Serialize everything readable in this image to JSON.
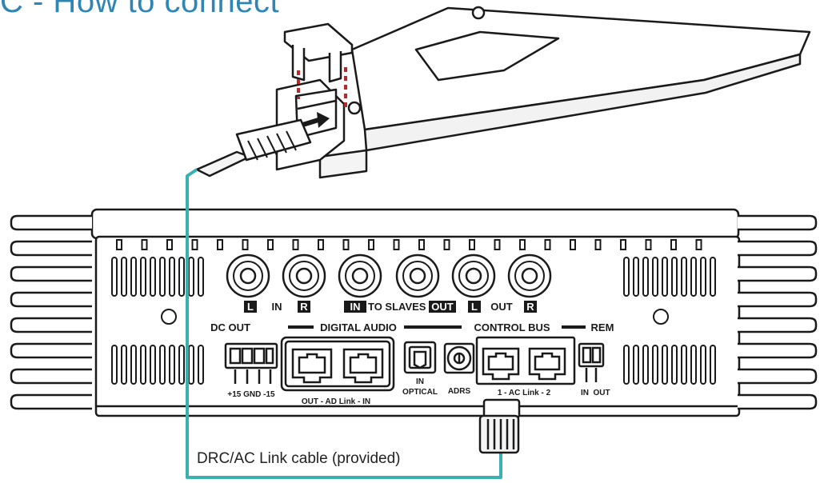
{
  "heading": "C - How to connect",
  "caption": "DRC/AC Link cable (provided)",
  "colors": {
    "cable": "#3bb0b0",
    "title": "#2f86b5",
    "guide": "#b52a2a",
    "ink": "#1a1a1a"
  },
  "panel": {
    "rca_top_labels": {
      "l1": "L",
      "in1": "IN",
      "r1": "R",
      "in_box": "IN",
      "to_slaves": "TO SLAVES",
      "out_box": "OUT",
      "l2": "L",
      "out2": "OUT",
      "r2": "R"
    },
    "section_labels": {
      "dc_out": "DC OUT",
      "digital_audio": "DIGITAL AUDIO",
      "control_bus": "CONTROL BUS",
      "rem": "REM"
    },
    "bottom_labels": {
      "dc_pins": "+15  GND  -15",
      "ad_link": "OUT  -  AD Link  -  IN",
      "in": "IN",
      "optical": "OPTICAL",
      "adrs": "ADRS",
      "ac_link": "1  -  AC Link  -  2",
      "rem_in": "IN",
      "rem_out": "OUT"
    }
  }
}
